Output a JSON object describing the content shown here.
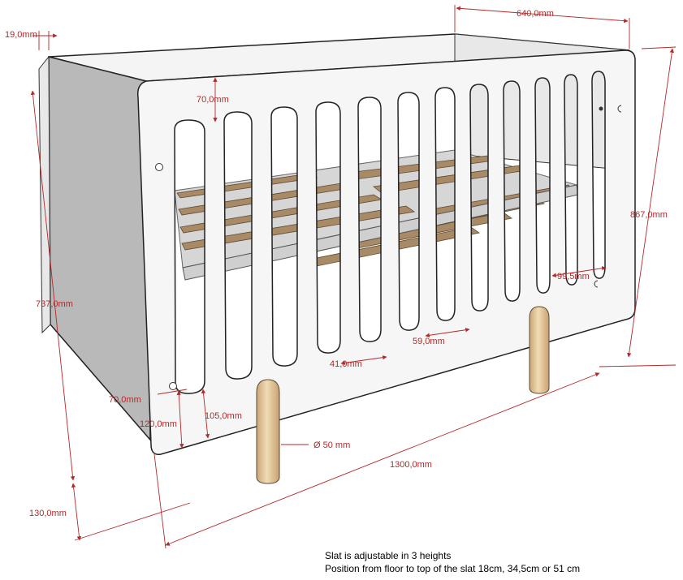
{
  "dimensions": {
    "thickness": "19,0mm",
    "depth": "640,0mm",
    "slat_top_gap": "70,0mm",
    "total_height": "867,0mm",
    "side_height": "737,0mm",
    "slat_bottom_gap": "70,0mm",
    "rail_height": "120,0mm",
    "rail_inner": "105,0mm",
    "leg_diameter": "Ø 50 mm",
    "slat_width": "41,0mm",
    "slat_spacing": "59,0mm",
    "right_inner": "99,5mm",
    "total_length": "1300,0mm",
    "leg_height": "130,0mm"
  },
  "notes": {
    "line1": "Slat is adjustable in 3 heights",
    "line2": "Position from floor to top of the slat 18cm, 34,5cm or 51 cm"
  },
  "colors": {
    "dimension": "#b22a2a",
    "wood": "#a88a66",
    "leg": "#e4c79a",
    "panel_grey": "#b9b9b9"
  }
}
